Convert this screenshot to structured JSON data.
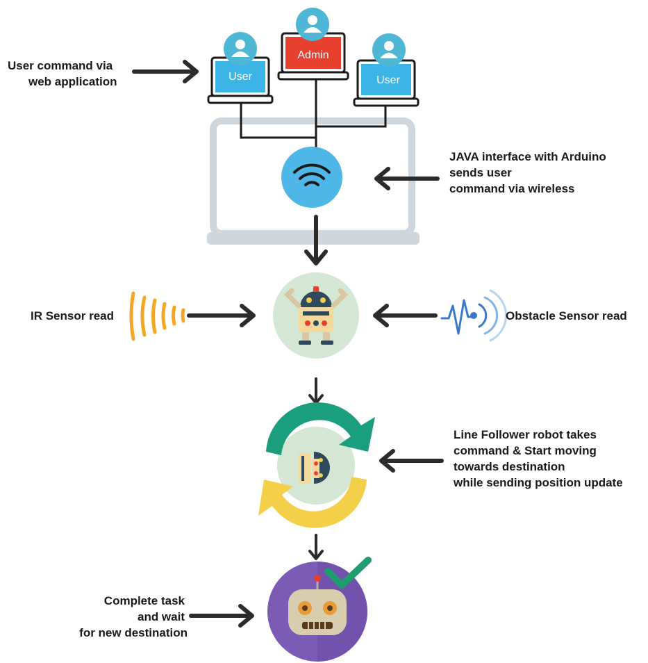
{
  "labels": {
    "user_command": [
      "User command via",
      "web application"
    ],
    "java_interface": [
      "JAVA interface with Arduino",
      "sends user",
      "command via wireless"
    ],
    "ir_sensor": "IR Sensor read",
    "obstacle_sensor": "Obstacle Sensor read",
    "line_follower": [
      "Line Follower robot takes",
      "command & Start moving",
      "towards destination",
      "while sending position update"
    ],
    "complete_task": [
      "Complete task",
      "and wait",
      "for new destination"
    ]
  },
  "screens": {
    "left": "User",
    "center": "Admin",
    "right": "User"
  },
  "colors": {
    "arrow": "#2b2b2b",
    "user_screen": "#3db4e6",
    "admin_screen": "#e8402f",
    "avatar_bg": "#4eb7d6",
    "wifi_circle": "#4fb6e8",
    "laptop_frame": "#cfd6dc",
    "robot_circle": "#d4e6d4",
    "ir_orange": "#f5a623",
    "obstacle_blue": "#3a78c9",
    "cycle_green": "#1a9e7d",
    "cycle_yellow": "#f4cf4a",
    "complete_purple": "#7b5bb5",
    "check_green": "#1e9e6e"
  }
}
